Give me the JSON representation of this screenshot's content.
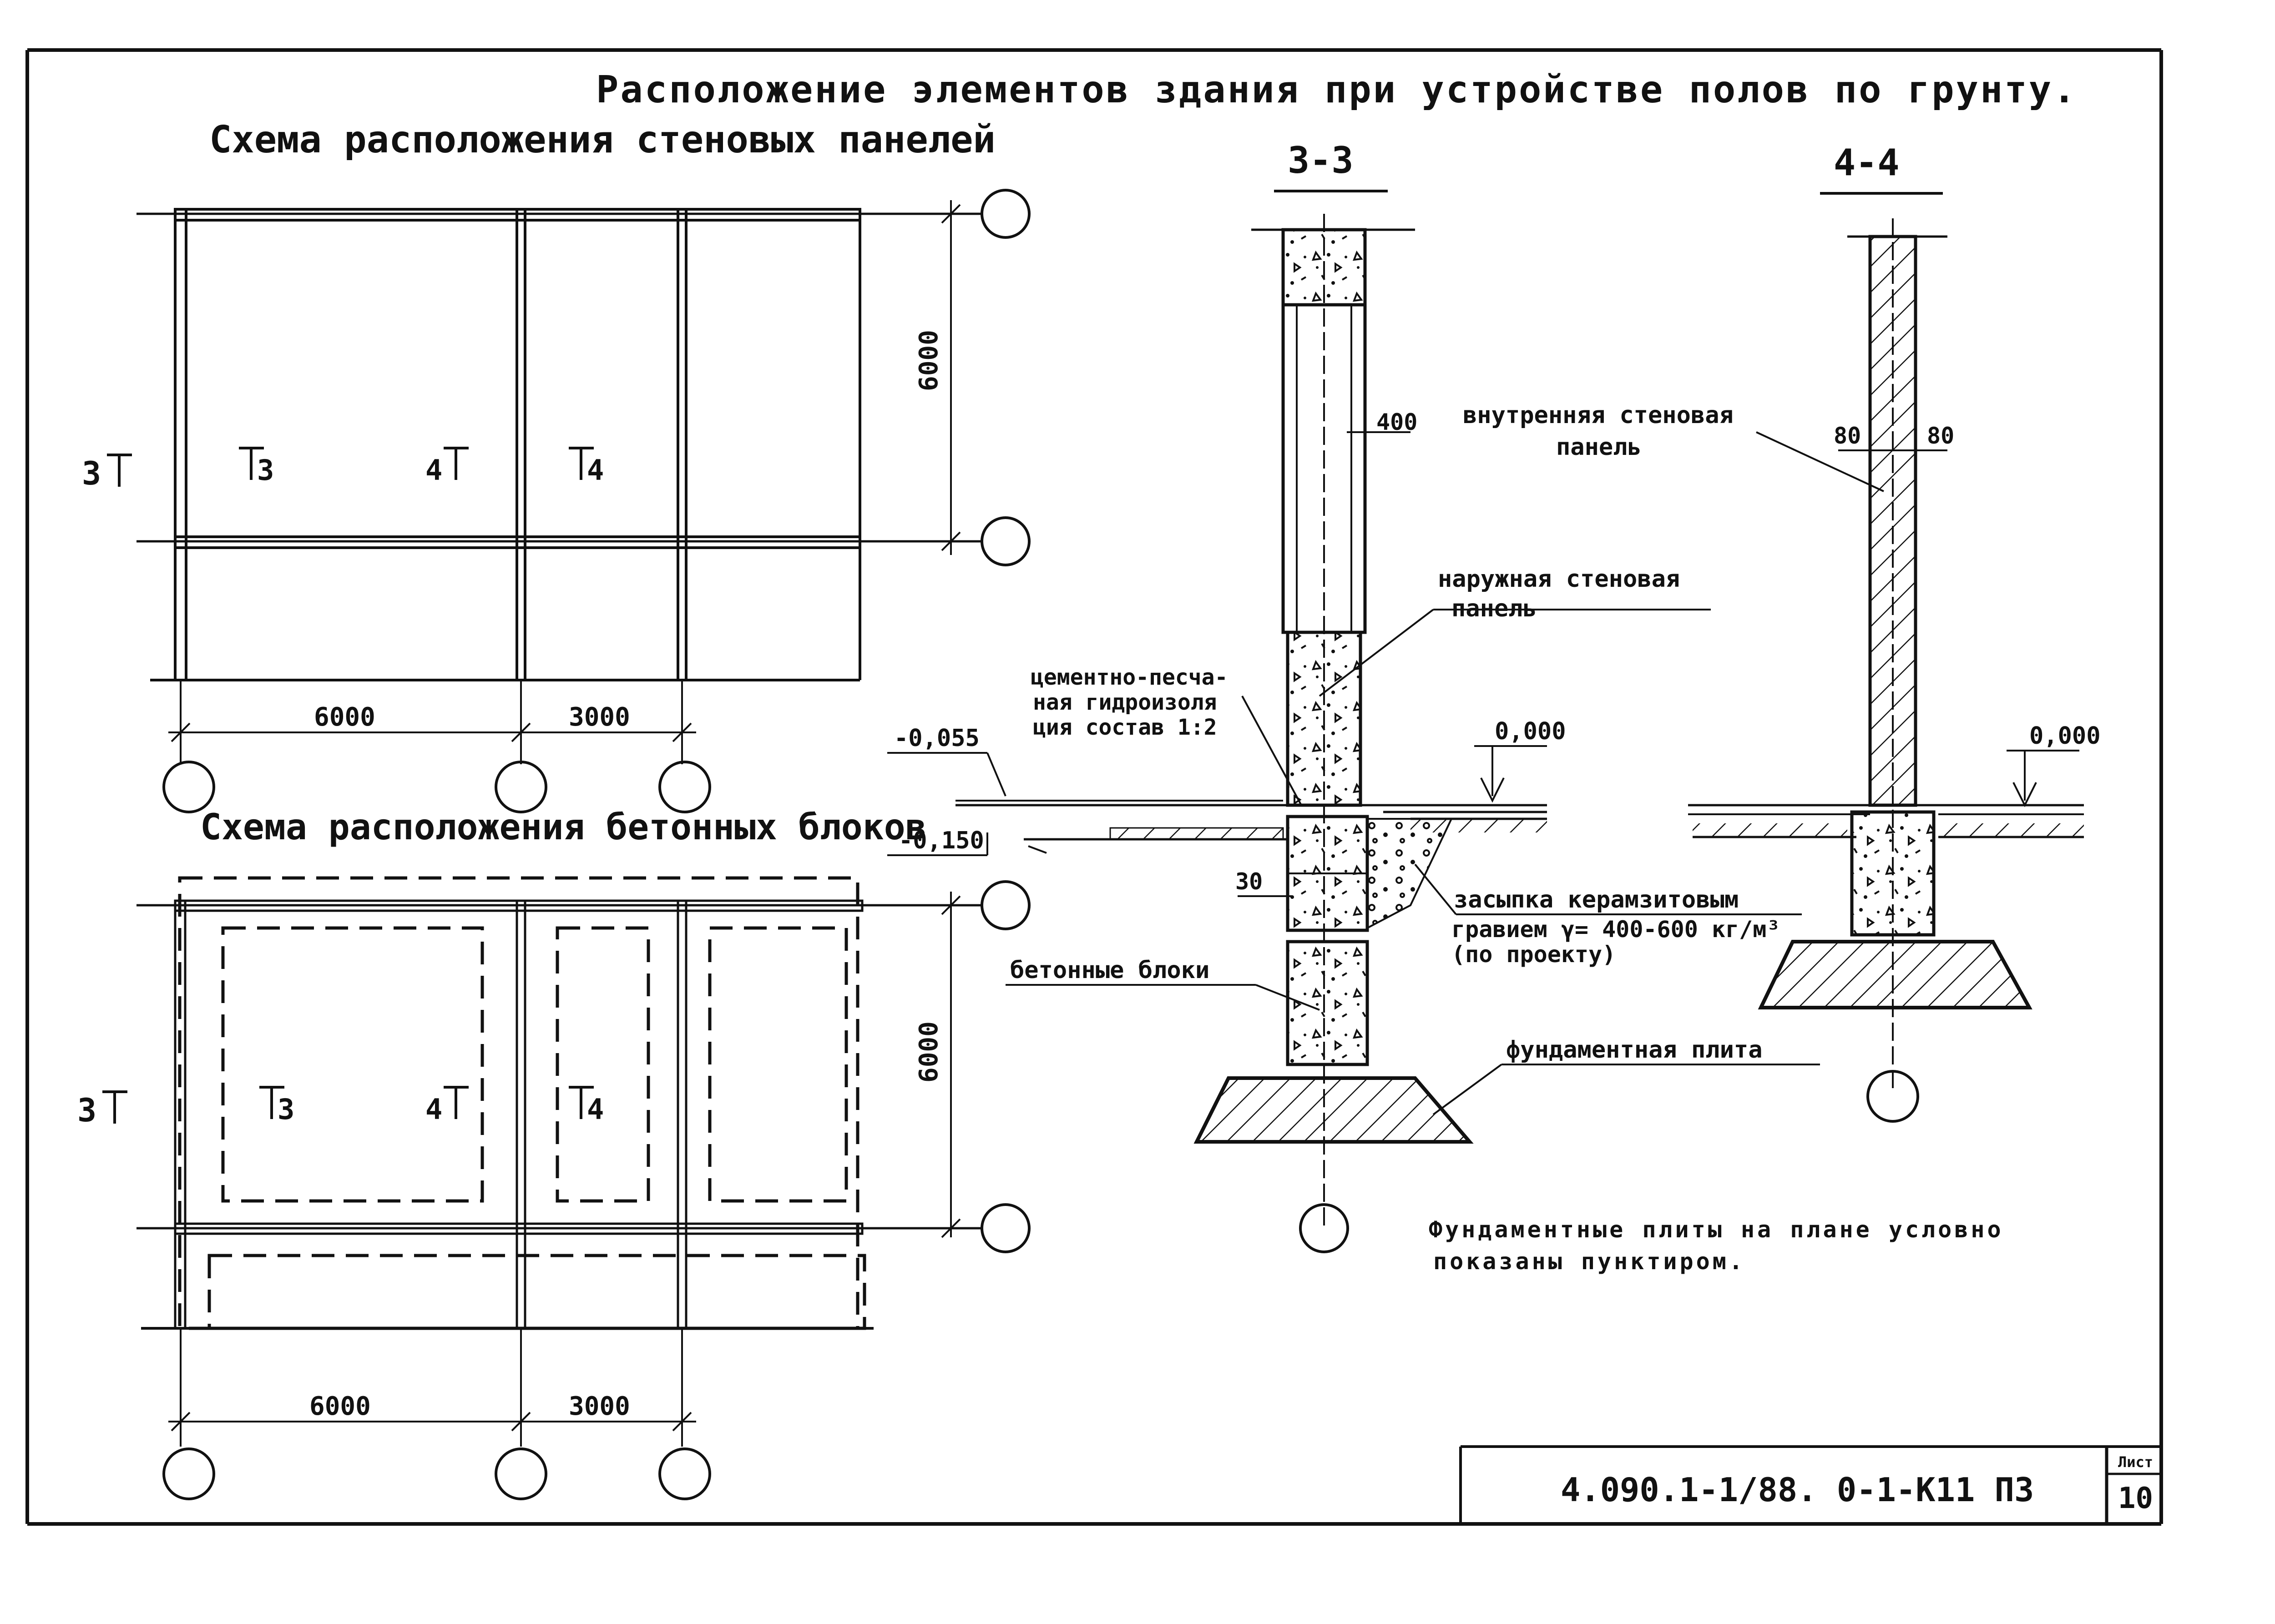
{
  "title": "Расположение элементов здания при устройстве полов по грунту.",
  "plan_top": {
    "title": "Схема расположения стеновых панелей",
    "dim_vertical": "6000",
    "dim_bottom": [
      "6000",
      "3000"
    ],
    "section_marks": [
      "3",
      "3",
      "4",
      "4"
    ]
  },
  "plan_bottom": {
    "title": "Схема расположения бетонных блоков",
    "dim_vertical": "6000",
    "dim_bottom": [
      "6000",
      "3000"
    ],
    "section_marks": [
      "3",
      "3",
      "4",
      "4"
    ]
  },
  "section_33": {
    "title": "3-3",
    "dim_400": "400",
    "dim_30": "30",
    "level_0": "0,000",
    "level_m055": "-0,055",
    "level_m150": "-0,150",
    "label_outer_panel": [
      "наружная стеновая",
      "панель"
    ],
    "label_waterproof": [
      "цементно-песча-",
      "ная гидроизоля",
      "ция состав 1:2"
    ],
    "label_backfill": [
      "засыпка керамзитовым",
      "гравием γ= 400-600 кг/м³",
      "(по проекту)"
    ],
    "label_blocks": "бетонные блоки",
    "label_slab": "фундаментная плита"
  },
  "section_44": {
    "title": "4-4",
    "dim_left": "80",
    "dim_right": "80",
    "level_0": "0,000",
    "label_inner_panel": [
      "внутренняя стеновая",
      "панель"
    ]
  },
  "note": [
    "Фундаментные плиты на плане условно",
    "показаны пунктиром."
  ],
  "stamp": {
    "code": "4.090.1-1/88. 0-1-К11 ПЗ",
    "sheet_label": "Лист",
    "sheet_number": "10"
  }
}
